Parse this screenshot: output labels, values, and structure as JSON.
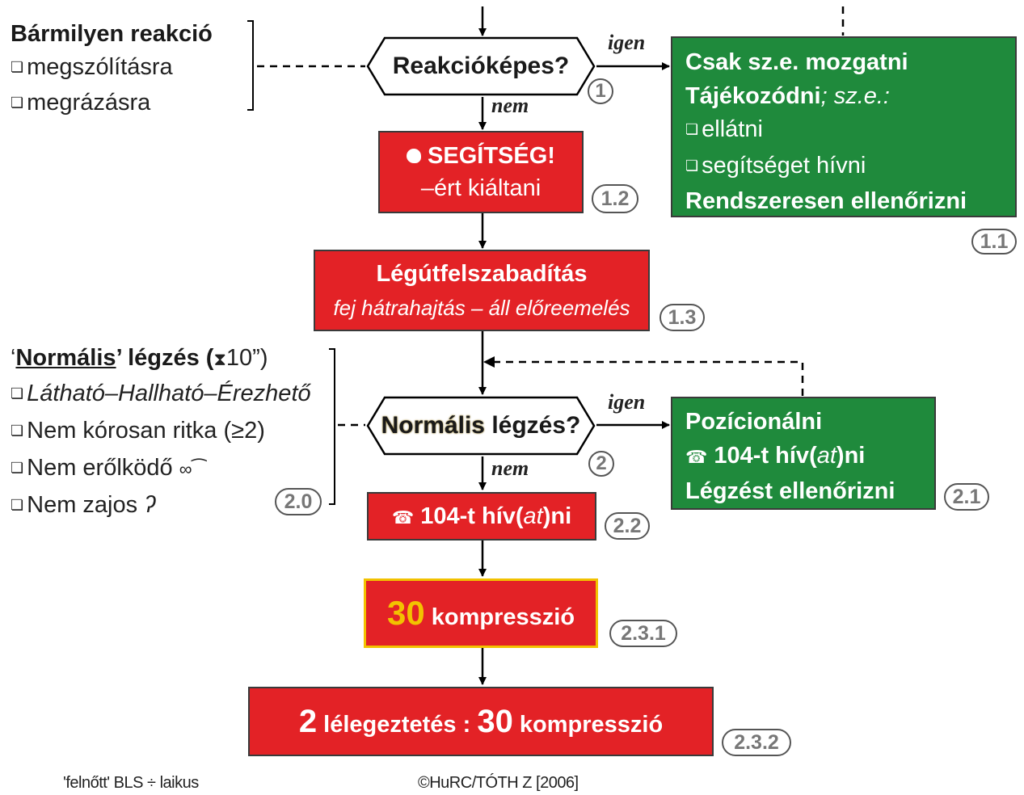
{
  "left_top": {
    "title": "Bármilyen reakció",
    "items": [
      "megszólításra",
      "megrázásra"
    ]
  },
  "decision1": {
    "label": "Reakcióképes?",
    "yes": "igen",
    "no": "nem",
    "step": "1"
  },
  "green_box_1": {
    "line1": "Csak sz.e. mozgatni",
    "line2_bold": "Tájékozódni",
    "line2_rest": "; sz.e.:",
    "item1": "ellátni",
    "item2": "segítséget hívni",
    "line5": "Rendszeresen ellenőrizni",
    "step": "1.1"
  },
  "help_box": {
    "icon": "shout-icon",
    "line1": "SEGÍTSÉG!",
    "line2": "–ért kiáltani",
    "step": "1.2"
  },
  "airway_box": {
    "title": "Légútfelszabadítás",
    "subtitle": "fej hátrahajtás – áll előreemelés",
    "step": "1.3"
  },
  "left_mid": {
    "title_pre": "‘",
    "title_bold": "Normális",
    "title_mid": "’ légzés (",
    "title_icon": "hourglass-icon",
    "title_post": "10”)",
    "item1": "Látható–Hallható–Érezhető",
    "item2": "Nem kórosan ritka (≥2)",
    "item3": "Nem erőlködő",
    "item3_icon": "glasses-icon",
    "item4": "Nem zajos",
    "item4_icon": "ear-icon",
    "step": "2.0"
  },
  "decision2": {
    "word_normal": "Normális",
    "word_rest": " légzés?",
    "yes": "igen",
    "no": "nem",
    "step": "2"
  },
  "green_box_2": {
    "line1": "Pozícionálni",
    "line2_pre": "104-t hív(",
    "line2_it": "at",
    "line2_post": ")ni",
    "phone_icon": "phone-icon",
    "line3": "Légzést ellenőrizni",
    "step": "2.1"
  },
  "call_box": {
    "phone_icon": "phone-icon",
    "pre": "104-t hív(",
    "it": "at",
    "post": ")ni",
    "step": "2.2"
  },
  "compress_box": {
    "num": "30",
    "text": " kompresszió",
    "step": "2.3.1"
  },
  "final_box": {
    "num1": "2",
    "text1": " lélegeztetés : ",
    "num2": "30",
    "text2": " kompresszió",
    "step": "2.3.2"
  },
  "footer": {
    "left": "'felnőtt' BLS ÷ laikus",
    "right": "©HuRC/TÓTH Z [2006]"
  },
  "colors": {
    "red": "#e32226",
    "green": "#1f8a3c",
    "yellow": "#f2c200"
  }
}
